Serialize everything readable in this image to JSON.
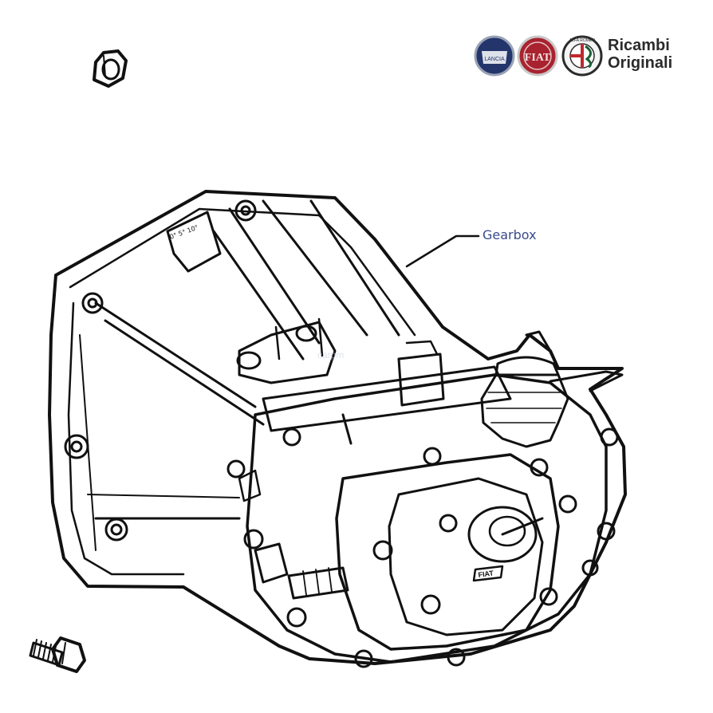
{
  "brand": {
    "line1": "Ricambi",
    "line2": "Originali",
    "logo_text": [
      "LANCIA",
      "FIAT",
      "ALFA ROMEO"
    ],
    "logo_colors": {
      "lancia": "#23356b",
      "fiat": "#a8232f",
      "alfa": "#1b5e32"
    }
  },
  "callout": {
    "label": "Gearbox",
    "color": "#3a4a8c"
  },
  "watermark": "carpm",
  "scale_marks": "0° 5° 10°",
  "casing_plate": "FIAT",
  "icons": [
    "nut-icon",
    "bolt-icon",
    "gearbox-illustration"
  ]
}
